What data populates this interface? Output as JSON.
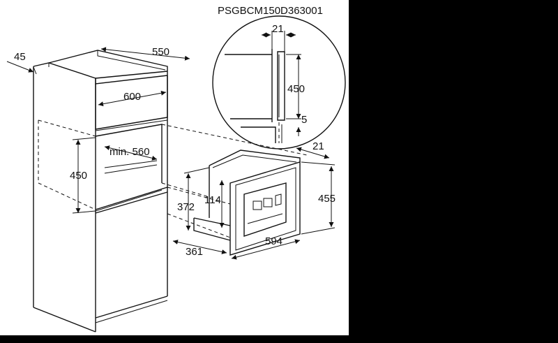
{
  "drawing": {
    "code": "PSGBCM150D363001",
    "cabinet": {
      "depth_offset": "45",
      "depth": "550",
      "width": "600",
      "min_depth": "min. 560",
      "niche_height": "450"
    },
    "detail": {
      "gap": "21",
      "height": "450",
      "bottom_gap": "5"
    },
    "appliance": {
      "front_depth": "21",
      "height": "455",
      "inner_height": "114",
      "body_height": "372",
      "body_depth": "361",
      "width": "594"
    }
  },
  "colors": {
    "paper": "#ffffff",
    "frame": "#000000",
    "ink": "#111111"
  }
}
